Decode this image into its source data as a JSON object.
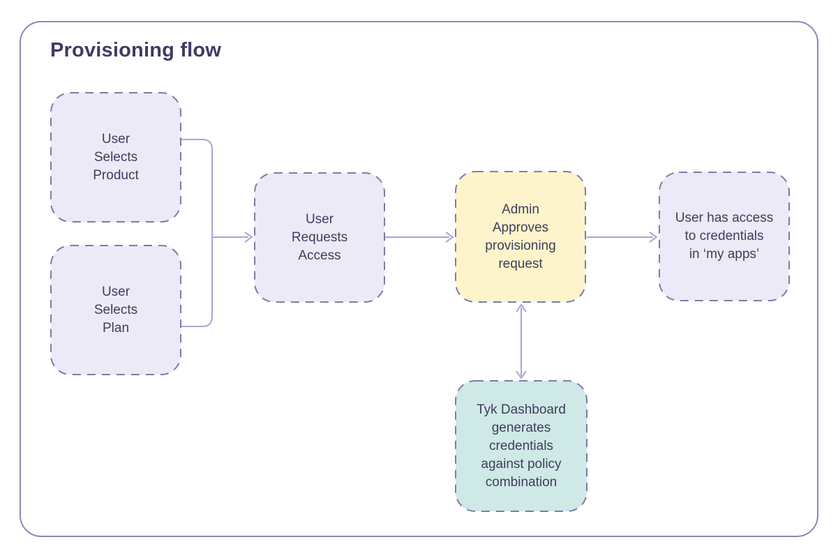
{
  "title": "Provisioning flow",
  "colors": {
    "background": "#ffffff",
    "frame_border": "#8a88b5",
    "node_border": "#7d7aab",
    "node_fill_lavender": "#ebeaf6",
    "node_fill_yellow": "#fdf4cb",
    "node_fill_teal": "#cfe9e6",
    "connector": "#a9a5d4",
    "title_text": "#3e3c63",
    "node_text": "#3f3d5c"
  },
  "nodes": [
    {
      "id": "user-selects-product",
      "lines": [
        "User",
        "Selects",
        "Product"
      ],
      "fill": "lavender"
    },
    {
      "id": "user-selects-plan",
      "lines": [
        "User",
        "Selects",
        "Plan"
      ],
      "fill": "lavender"
    },
    {
      "id": "user-requests-access",
      "lines": [
        "User",
        "Requests",
        "Access"
      ],
      "fill": "lavender"
    },
    {
      "id": "admin-approves",
      "lines": [
        "Admin",
        "Approves",
        "provisioning",
        "request"
      ],
      "fill": "yellow"
    },
    {
      "id": "user-has-access",
      "lines": [
        "User has access",
        "to credentials",
        "in ‘my apps’"
      ],
      "fill": "lavender"
    },
    {
      "id": "tyk-dashboard-generates",
      "lines": [
        "Tyk Dashboard",
        "generates",
        "credentials",
        "against policy",
        "combination"
      ],
      "fill": "teal"
    }
  ],
  "edges": [
    {
      "from": "user-selects-product",
      "to": "user-requests-access",
      "type": "arrow"
    },
    {
      "from": "user-selects-plan",
      "to": "user-requests-access",
      "type": "arrow"
    },
    {
      "from": "user-requests-access",
      "to": "admin-approves",
      "type": "arrow"
    },
    {
      "from": "admin-approves",
      "to": "user-has-access",
      "type": "arrow"
    },
    {
      "from": "admin-approves",
      "to": "tyk-dashboard-generates",
      "type": "double-arrow"
    }
  ]
}
